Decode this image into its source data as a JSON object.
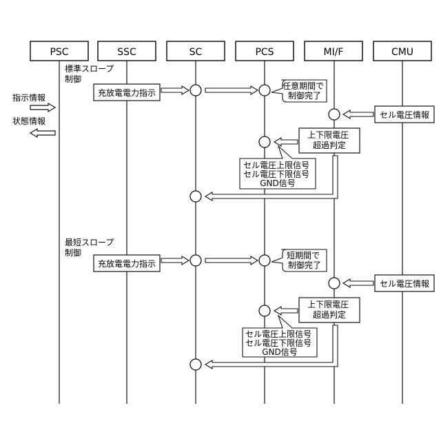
{
  "lifelines": [
    {
      "id": "psc",
      "label": "PSC"
    },
    {
      "id": "ssc",
      "label": "SSC"
    },
    {
      "id": "sc",
      "label": "SC"
    },
    {
      "id": "pcs",
      "label": "PCS"
    },
    {
      "id": "mif",
      "label": "MI/F"
    },
    {
      "id": "cmu",
      "label": "CMU"
    }
  ],
  "legend": {
    "instruction": "指示情報",
    "status": "状態情報"
  },
  "sections": [
    {
      "title": "標準スロープ\n制御",
      "charge_instruction": "充放電電力指示",
      "completion_note": "任意期間で\n制御完了",
      "cell_voltage_info": "セル電圧情報",
      "limit_judgment": "上下限電圧\n超過判定",
      "signals": "セル電圧上限信号\nセル電圧下限信号\nGND信号"
    },
    {
      "title": "最短スロープ\n制御",
      "charge_instruction": "充放電電力指示",
      "completion_note": "短期間で\n制御完了",
      "cell_voltage_info": "セル電圧情報",
      "limit_judgment": "上下限電圧\n超過判定",
      "signals": "セル電圧上限信号\nセル電圧下限信号\nGND信号"
    }
  ]
}
